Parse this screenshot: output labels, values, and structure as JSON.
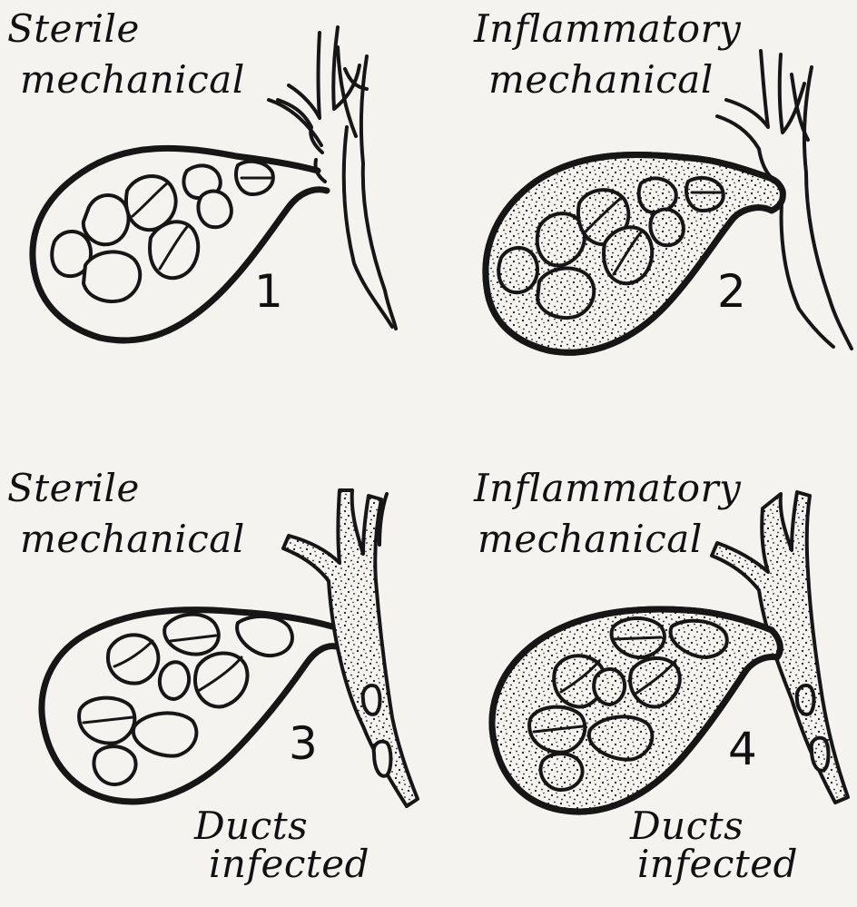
{
  "panels": [
    {
      "id": "1",
      "title_line1": "Sterile",
      "title_line2": "mechanical",
      "number": "1",
      "bile_infected": false,
      "ducts_infected": false,
      "caption_line1": "",
      "caption_line2": ""
    },
    {
      "id": "2",
      "title_line1": "Inflammatory",
      "title_line2": "mechanical",
      "number": "2",
      "bile_infected": true,
      "ducts_infected": false,
      "caption_line1": "",
      "caption_line2": ""
    },
    {
      "id": "3",
      "title_line1": "Sterile",
      "title_line2": "mechanical",
      "number": "3",
      "bile_infected": false,
      "ducts_infected": true,
      "caption_line1": "Ducts",
      "caption_line2": "infected"
    },
    {
      "id": "4",
      "title_line1": "Inflammatory",
      "title_line2": "mechanical",
      "number": "4",
      "bile_infected": true,
      "ducts_infected": true,
      "caption_line1": "Ducts",
      "caption_line2": "infected"
    }
  ],
  "colors": {
    "ink": "#161616",
    "paper": "#f4f3ef"
  }
}
